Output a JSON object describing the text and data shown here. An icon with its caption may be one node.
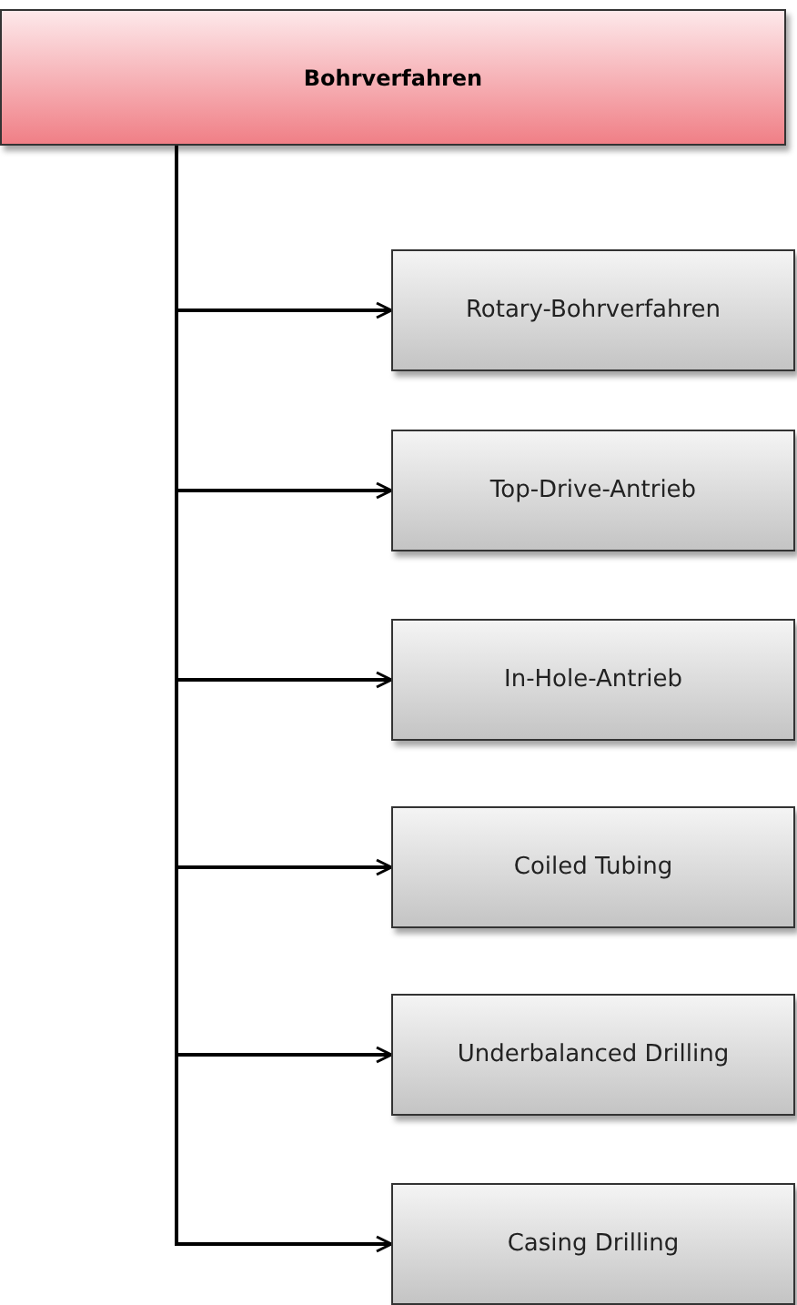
{
  "diagram": {
    "nodes": [
      {
        "text": [
          "Bohrverfahren"
        ]
      },
      {
        "text": [
          "Rotary-Bohrverfahren"
        ]
      },
      {
        "text": [
          "Top-Drive-Antrieb"
        ]
      },
      {
        "text": [
          "In-Hole-Antrieb"
        ]
      },
      {
        "text": [
          "Coiled Tubing"
        ]
      },
      {
        "text": [
          "Underbalanced Drilling"
        ]
      },
      {
        "text": [
          "Casing Drilling"
        ]
      }
    ],
    "edges": [
      {
        "from": 0,
        "to": 1,
        "arrow": "to"
      },
      {
        "from": 0,
        "to": 2,
        "arrow": "to"
      },
      {
        "from": 0,
        "to": 3,
        "arrow": "to"
      },
      {
        "from": 0,
        "to": 4,
        "arrow": "to"
      },
      {
        "from": 0,
        "to": 5,
        "arrow": "to"
      },
      {
        "from": 0,
        "to": 6,
        "arrow": "to"
      }
    ]
  }
}
